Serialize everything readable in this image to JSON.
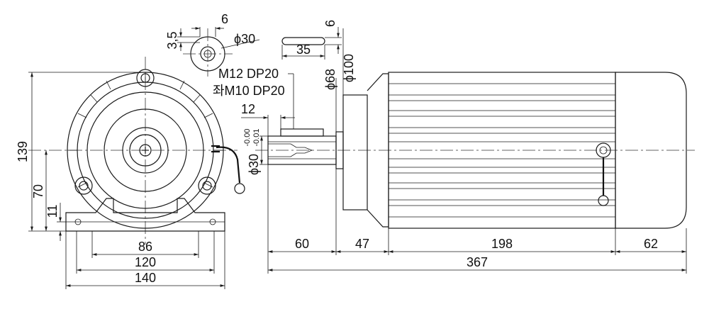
{
  "drawing": {
    "colors": {
      "line": "#1a1a1a",
      "background": "#ffffff"
    },
    "labels": {
      "keyway_width": "6",
      "keyway_depth": "3,5",
      "shaft_dia_small": "ϕ30",
      "key_height": "6",
      "key_length": "35",
      "flange_dia": "ϕ100",
      "pilot_dia": "ϕ68",
      "tap_main": "M12 DP20",
      "tap_alt": "좌M10 DP20",
      "key_offset": "12",
      "shaft_tol_upper": "-0.00",
      "shaft_tol_lower": "-0.01",
      "shaft_dia": "ϕ30",
      "overall_height": "139",
      "center_height": "70",
      "foot_thickness": "11",
      "hole_spacing": "86",
      "foot_width": "120",
      "base_width": "140",
      "shaft_length": "60",
      "flange_length": "47",
      "body_length": "198",
      "cover_length": "62",
      "overall_length": "367"
    }
  }
}
